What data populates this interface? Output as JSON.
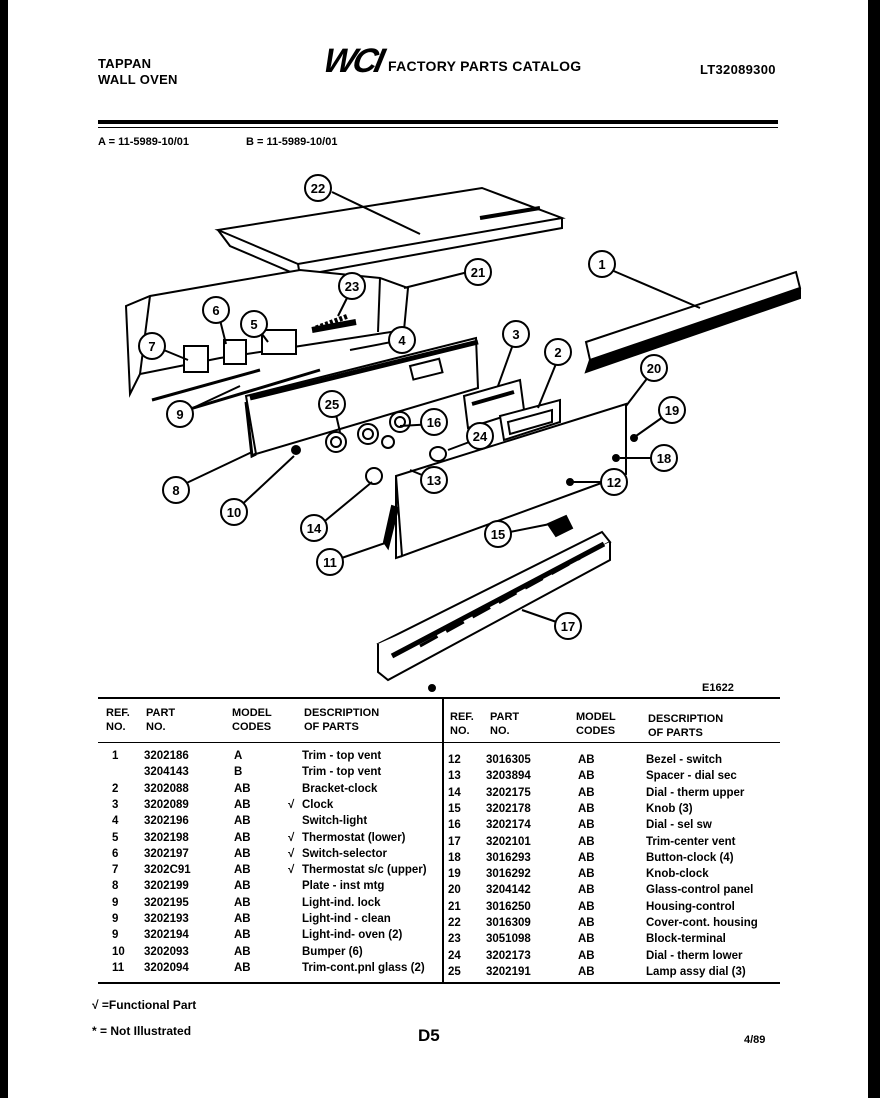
{
  "header": {
    "brand": "TAPPAN",
    "product": "WALL OVEN",
    "logo": "WCI",
    "catalog_title": "FACTORY PARTS CATALOG",
    "catalog_number": "LT32089300"
  },
  "models": {
    "a": "A = 11-5989-10/01",
    "b": "B = 11-5989-10/01"
  },
  "diagram": {
    "code": "E1622",
    "callouts": [
      "22",
      "21",
      "23",
      "1",
      "6",
      "5",
      "7",
      "4",
      "3",
      "2",
      "20",
      "25",
      "9",
      "16",
      "19",
      "24",
      "18",
      "8",
      "13",
      "12",
      "10",
      "14",
      "15",
      "11",
      "17"
    ]
  },
  "table": {
    "headers": {
      "ref": "REF.\nNO.",
      "part": "PART\nNO.",
      "model": "MODEL\nCODES",
      "desc": "DESCRIPTION\nOF PARTS"
    },
    "left_rows": [
      {
        "ref": "1",
        "part": "3202186",
        "model": "A",
        "func": "",
        "desc": "Trim - top vent"
      },
      {
        "ref": "",
        "part": "3204143",
        "model": "B",
        "func": "",
        "desc": "Trim - top vent"
      },
      {
        "ref": "2",
        "part": "3202088",
        "model": "AB",
        "func": "",
        "desc": "Bracket-clock"
      },
      {
        "ref": "3",
        "part": "3202089",
        "model": "AB",
        "func": "√",
        "desc": "Clock"
      },
      {
        "ref": "4",
        "part": "3202196",
        "model": "AB",
        "func": "",
        "desc": "Switch-light"
      },
      {
        "ref": "5",
        "part": "3202198",
        "model": "AB",
        "func": "√",
        "desc": "Thermostat (lower)"
      },
      {
        "ref": "6",
        "part": "3202197",
        "model": "AB",
        "func": "√",
        "desc": "Switch-selector"
      },
      {
        "ref": "7",
        "part": "3202C91",
        "model": "AB",
        "func": "√",
        "desc": "Thermostat s/c (upper)"
      },
      {
        "ref": "8",
        "part": "3202199",
        "model": "AB",
        "func": "",
        "desc": "Plate - inst mtg"
      },
      {
        "ref": "9",
        "part": "3202195",
        "model": "AB",
        "func": "",
        "desc": "Light-ind. lock"
      },
      {
        "ref": "9",
        "part": "3202193",
        "model": "AB",
        "func": "",
        "desc": "Light-ind - clean"
      },
      {
        "ref": "9",
        "part": "3202194",
        "model": "AB",
        "func": "",
        "desc": "Light-ind- oven (2)"
      },
      {
        "ref": "10",
        "part": "3202093",
        "model": "AB",
        "func": "",
        "desc": "Bumper (6)"
      },
      {
        "ref": "11",
        "part": "3202094",
        "model": "AB",
        "func": "",
        "desc": "Trim-cont.pnl glass (2)"
      }
    ],
    "right_rows": [
      {
        "ref": "12",
        "part": "3016305",
        "model": "AB",
        "desc": "Bezel - switch"
      },
      {
        "ref": "13",
        "part": "3203894",
        "model": "AB",
        "desc": "Spacer - dial sec"
      },
      {
        "ref": "14",
        "part": "3202175",
        "model": "AB",
        "desc": "Dial - therm upper"
      },
      {
        "ref": "15",
        "part": "3202178",
        "model": "AB",
        "desc": "Knob (3)"
      },
      {
        "ref": "16",
        "part": "3202174",
        "model": "AB",
        "desc": "Dial - sel sw"
      },
      {
        "ref": "17",
        "part": "3202101",
        "model": "AB",
        "desc": "Trim-center vent"
      },
      {
        "ref": "18",
        "part": "3016293",
        "model": "AB",
        "desc": "Button-clock (4)"
      },
      {
        "ref": "19",
        "part": "3016292",
        "model": "AB",
        "desc": "Knob-clock"
      },
      {
        "ref": "20",
        "part": "3204142",
        "model": "AB",
        "desc": "Glass-control panel"
      },
      {
        "ref": "21",
        "part": "3016250",
        "model": "AB",
        "desc": "Housing-control"
      },
      {
        "ref": "22",
        "part": "3016309",
        "model": "AB",
        "desc": "Cover-cont. housing"
      },
      {
        "ref": "23",
        "part": "3051098",
        "model": "AB",
        "desc": "Block-terminal"
      },
      {
        "ref": "24",
        "part": "3202173",
        "model": "AB",
        "desc": "Dial - therm lower"
      },
      {
        "ref": "25",
        "part": "3202191",
        "model": "AB",
        "desc": "Lamp assy dial (3)"
      }
    ]
  },
  "footer": {
    "functional_note": "√ =Functional Part",
    "not_illustrated_note": "* = Not Illustrated",
    "page": "D5",
    "date": "4/89"
  }
}
